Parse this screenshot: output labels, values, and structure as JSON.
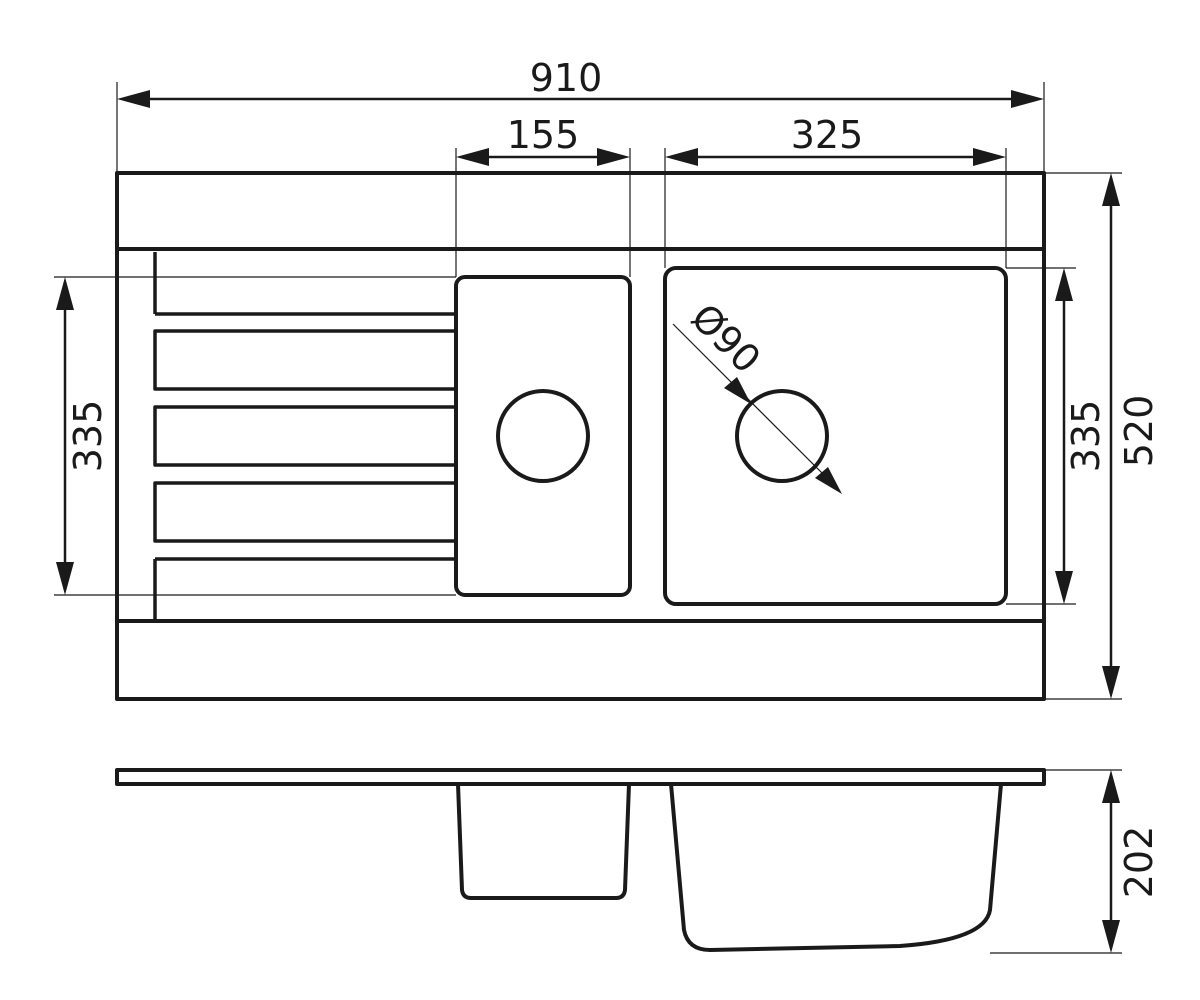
{
  "dimensions": {
    "overall_width": "910",
    "small_bowl_width": "155",
    "large_bowl_width": "325",
    "bowl_depth_left": "335",
    "bowl_depth_right": "335",
    "overall_depth": "520",
    "drain_diameter": "Ø90",
    "bowl_height": "202"
  }
}
